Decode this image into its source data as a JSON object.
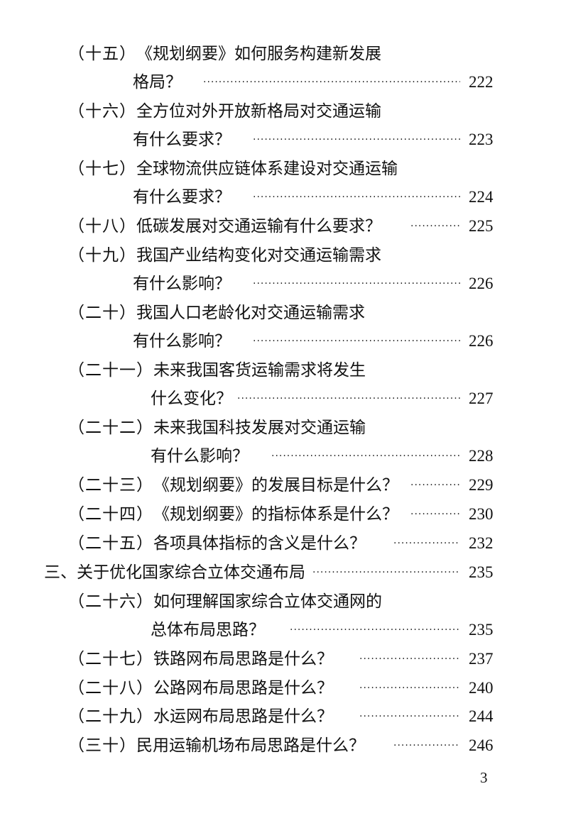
{
  "toc": {
    "entries": [
      {
        "num": "（十五）",
        "line1": "《规划纲要》如何服务构建新发展",
        "line2": "格局？",
        "page": "222"
      },
      {
        "num": "（十六）",
        "line1": "全方位对外开放新格局对交通运输",
        "line2": "有什么要求？",
        "page": "223"
      },
      {
        "num": "（十七）",
        "line1": "全球物流供应链体系建设对交通运输",
        "line2": "有什么要求？",
        "page": "224"
      },
      {
        "num": "（十八）",
        "line1": "低碳发展对交通运输有什么要求？",
        "page": "225"
      },
      {
        "num": "（十九）",
        "line1": "我国产业结构变化对交通运输需求",
        "line2": "有什么影响？",
        "page": "226"
      },
      {
        "num": "（二十）",
        "line1": "我国人口老龄化对交通运输需求",
        "line2": "有什么影响？",
        "page": "226"
      },
      {
        "num": "（二十一）",
        "line1": "未来我国客货运输需求将发生",
        "line2": "什么变化？",
        "page": "227"
      },
      {
        "num": "（二十二）",
        "line1": "未来我国科技发展对交通运输",
        "line2": "有什么影响？",
        "page": "228"
      },
      {
        "num": "（二十三）",
        "line1": "《规划纲要》的发展目标是什么？",
        "page": "229"
      },
      {
        "num": "（二十四）",
        "line1": "《规划纲要》的指标体系是什么？",
        "page": "230"
      },
      {
        "num": "（二十五）",
        "line1": "各项具体指标的含义是什么？",
        "page": "232"
      },
      {
        "num": "",
        "line1": "三、关于优化国家综合立体交通布局",
        "page": "235"
      },
      {
        "num": "（二十六）",
        "line1": "如何理解国家综合立体交通网的",
        "line2": "总体布局思路？",
        "page": "235"
      },
      {
        "num": "（二十七）",
        "line1": "铁路网布局思路是什么？",
        "page": "237"
      },
      {
        "num": "（二十八）",
        "line1": "公路网布局思路是什么？",
        "page": "240"
      },
      {
        "num": "（二十九）",
        "line1": "水运网布局思路是什么？",
        "page": "244"
      },
      {
        "num": "（三十）",
        "line1": "民用运输机场布局思路是什么？",
        "page": "246"
      }
    ]
  },
  "page_number": "3"
}
